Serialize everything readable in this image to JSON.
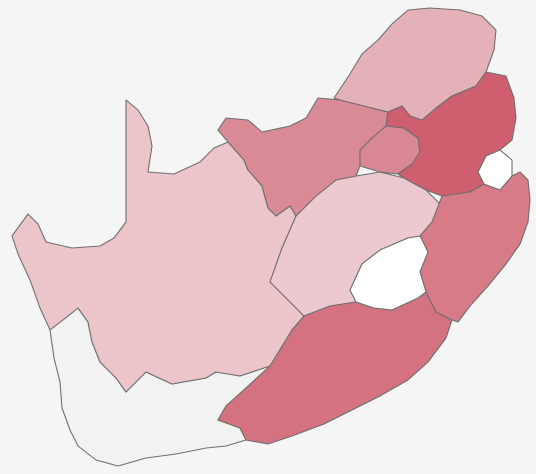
{
  "map": {
    "background_color": "#f5f5f5",
    "border_color": "#6f6f6f",
    "enclave_color": "#ffffff",
    "regions": [
      {
        "id": "western-cape",
        "color": "#f2f2f2"
      },
      {
        "id": "northern-cape",
        "color": "#ecc5cb"
      },
      {
        "id": "free-state",
        "color": "#ecc9ce"
      },
      {
        "id": "eastern-cape",
        "color": "#d4727f"
      },
      {
        "id": "north-west",
        "color": "#d98a95"
      },
      {
        "id": "gauteng",
        "color": "#d98893"
      },
      {
        "id": "limpopo",
        "color": "#e4b1b8"
      },
      {
        "id": "mpumalanga",
        "color": "#cf5f6e"
      },
      {
        "id": "kwazulu-natal",
        "color": "#d77b87"
      }
    ],
    "enclaves": [
      {
        "id": "lesotho"
      },
      {
        "id": "eswatini"
      }
    ]
  }
}
